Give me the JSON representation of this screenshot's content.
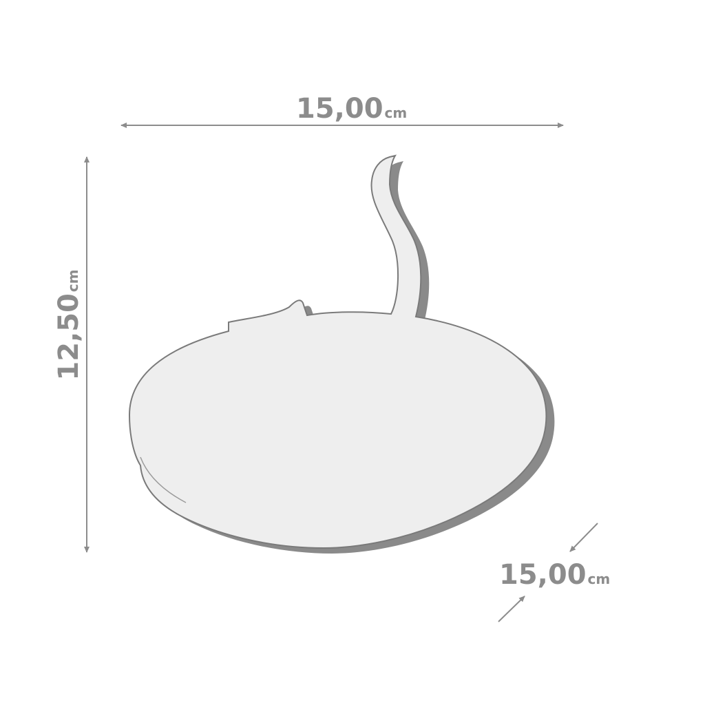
{
  "dimensions": {
    "width": {
      "value": "15,00",
      "unit": "cm"
    },
    "height": {
      "value": "12,50",
      "unit": "cm"
    },
    "depth": {
      "value": "15,00",
      "unit": "cm"
    }
  },
  "colors": {
    "line": "#8c8c8c",
    "outline": "#7a7a7a",
    "fill": "#eeeeee",
    "shadow": "#8a8a8a",
    "background": "#ffffff"
  }
}
